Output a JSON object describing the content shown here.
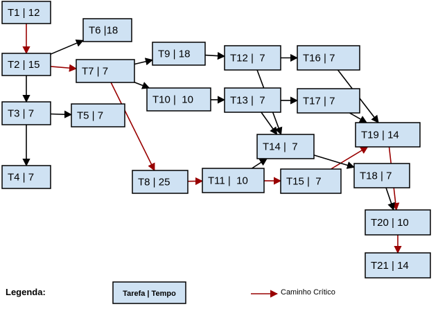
{
  "colors": {
    "node_fill": "#cfe2f3",
    "node_stroke": "#000000",
    "edge_normal": "#000000",
    "edge_critical": "#990000"
  },
  "nodes": [
    {
      "id": "T1",
      "label": "T1 | 12"
    },
    {
      "id": "T2",
      "label": "T2 | 15"
    },
    {
      "id": "T3",
      "label": "T3 | 7"
    },
    {
      "id": "T4",
      "label": "T4 | 7"
    },
    {
      "id": "T5",
      "label": "T5 | 7"
    },
    {
      "id": "T6",
      "label": "T6 |18"
    },
    {
      "id": "T7",
      "label": "T7 | 7"
    },
    {
      "id": "T8",
      "label": "T8 | 25"
    },
    {
      "id": "T9",
      "label": "T9 | 18"
    },
    {
      "id": "T10",
      "label": "T10 |  10"
    },
    {
      "id": "T11",
      "label": "T11 |  10"
    },
    {
      "id": "T12",
      "label": "T12 |  7"
    },
    {
      "id": "T13",
      "label": "T13 |  7"
    },
    {
      "id": "T14",
      "label": "T14 |  7"
    },
    {
      "id": "T15",
      "label": "T15 |  7"
    },
    {
      "id": "T16",
      "label": "T16 | 7"
    },
    {
      "id": "T17",
      "label": "T17 | 7"
    },
    {
      "id": "T18",
      "label": "T18 | 7"
    },
    {
      "id": "T19",
      "label": "T19 | 14"
    },
    {
      "id": "T20",
      "label": "T20 | 10"
    },
    {
      "id": "T21",
      "label": "T21 | 14"
    }
  ],
  "edges": [
    {
      "from": "T1",
      "to": "T2",
      "critical": true
    },
    {
      "from": "T2",
      "to": "T6",
      "critical": false
    },
    {
      "from": "T2",
      "to": "T7",
      "critical": true
    },
    {
      "from": "T2",
      "to": "T3",
      "critical": false
    },
    {
      "from": "T3",
      "to": "T5",
      "critical": false
    },
    {
      "from": "T3",
      "to": "T4",
      "critical": false
    },
    {
      "from": "T7",
      "to": "T9",
      "critical": false
    },
    {
      "from": "T7",
      "to": "T10",
      "critical": false
    },
    {
      "from": "T7",
      "to": "T8",
      "critical": true
    },
    {
      "from": "T9",
      "to": "T12",
      "critical": false
    },
    {
      "from": "T12",
      "to": "T16",
      "critical": false
    },
    {
      "from": "T12",
      "to": "T14",
      "critical": false
    },
    {
      "from": "T10",
      "to": "T13",
      "critical": false
    },
    {
      "from": "T13",
      "to": "T17",
      "critical": false
    },
    {
      "from": "T13",
      "to": "T14",
      "critical": false
    },
    {
      "from": "T8",
      "to": "T11",
      "critical": true
    },
    {
      "from": "T11",
      "to": "T14",
      "critical": false
    },
    {
      "from": "T11",
      "to": "T15",
      "critical": true
    },
    {
      "from": "T15",
      "to": "T19",
      "critical": true
    },
    {
      "from": "T14",
      "to": "T18",
      "critical": false
    },
    {
      "from": "T16",
      "to": "T19",
      "critical": false
    },
    {
      "from": "T17",
      "to": "T19",
      "critical": false
    },
    {
      "from": "T19",
      "to": "T20",
      "critical": true
    },
    {
      "from": "T18",
      "to": "T20",
      "critical": false
    },
    {
      "from": "T20",
      "to": "T21",
      "critical": true
    }
  ],
  "legend": {
    "title": "Legenda:",
    "box_label": "Tarefa | Tempo",
    "critical_label": "Caminho Crítico"
  }
}
